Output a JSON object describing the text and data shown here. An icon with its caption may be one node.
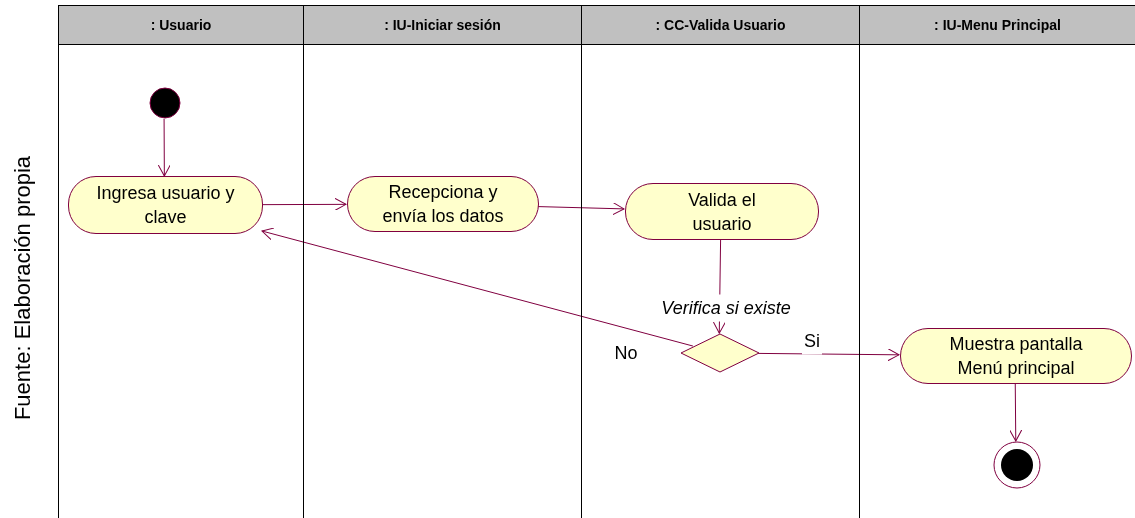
{
  "diagram": {
    "nodes": [
      {
        "text": [
          ": Usuario"
        ]
      },
      {
        "text": [
          ": IU-Iniciar sesión"
        ]
      },
      {
        "text": [
          ": CC-Valida Usuario"
        ]
      },
      {
        "text": [
          ": IU-Menu Principal"
        ]
      },
      {
        "text": [],
        "shape": "circle",
        "in": 0
      },
      {
        "text": [
          "Ingresa usuario y clave"
        ],
        "in": 0
      },
      {
        "text": [
          "Recepciona y envía los datos"
        ],
        "in": 1
      },
      {
        "text": [
          "Valida el usuario"
        ],
        "in": 2
      },
      {
        "text": [],
        "shape": "diamond",
        "in": 2
      },
      {
        "text": [
          "Muestra pantalla Menú principal"
        ],
        "in": 3
      },
      {
        "text": [],
        "shape": "bullseye",
        "in": 3
      }
    ],
    "edges": [
      {
        "from": 4,
        "to": 5,
        "arrow": "to"
      },
      {
        "from": 5,
        "to": 6,
        "arrow": "to"
      },
      {
        "from": 6,
        "to": 7,
        "arrow": "to"
      },
      {
        "from": 7,
        "to": 8,
        "arrow": "to",
        "label": "Verifica si existe"
      },
      {
        "from": 8,
        "to": 5,
        "arrow": "to",
        "label": "No"
      },
      {
        "from": 8,
        "to": 9,
        "arrow": "to",
        "label": "Si"
      },
      {
        "from": 9,
        "to": 10,
        "arrow": "to"
      }
    ],
    "labels": [
      "Fuente: Elaboración propia"
    ]
  }
}
